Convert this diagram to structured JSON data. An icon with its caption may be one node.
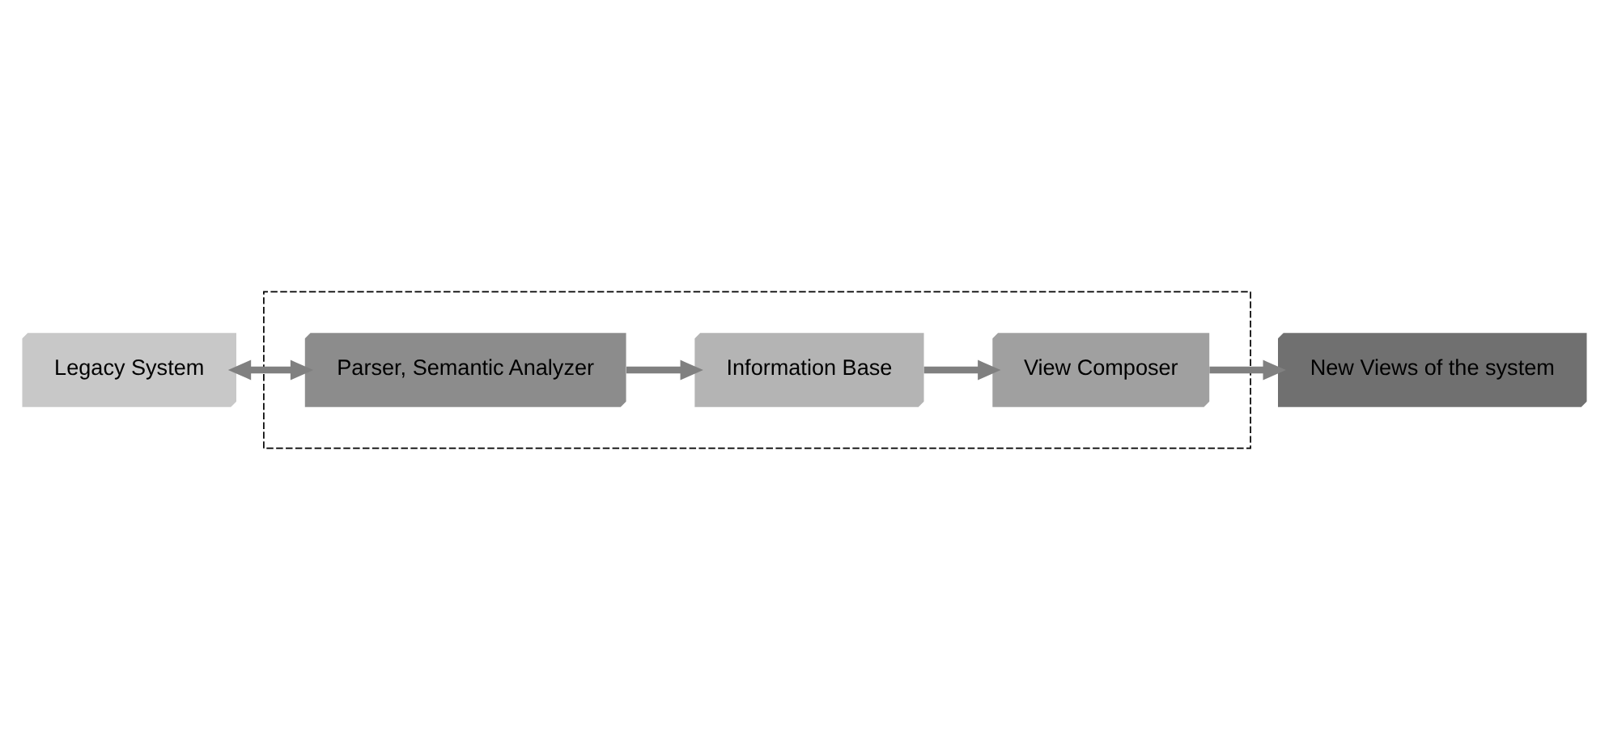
{
  "diagram": {
    "nodes": [
      {
        "text": [
          "Legacy System"
        ]
      },
      {
        "text": [],
        "shape": "box"
      },
      {
        "text": [
          "Parser, Semantic Analyzer"
        ],
        "in": 1
      },
      {
        "text": [
          "View Composer"
        ],
        "in": 1
      },
      {
        "text": [
          "Information Base"
        ],
        "in": 1
      },
      {
        "text": [
          "New Views of the system"
        ]
      }
    ],
    "edges": [
      {
        "from": 0,
        "to": 2,
        "arrow": "both"
      },
      {
        "from": 2,
        "to": 4,
        "arrow": "to"
      },
      {
        "from": 4,
        "to": 3,
        "arrow": "to"
      },
      {
        "from": 3,
        "to": 5,
        "arrow": "to"
      }
    ]
  }
}
